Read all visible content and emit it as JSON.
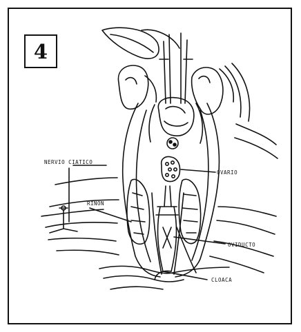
{
  "figure": {
    "number": "4",
    "line_color": "#111111",
    "labels": {
      "nervio_ciatico": "NERVIO CIATICO",
      "ovario": "OVARIO",
      "rinon": "RIÑON",
      "oviducto": "OVIDUCTO",
      "cloaca": "CLOACA"
    }
  }
}
